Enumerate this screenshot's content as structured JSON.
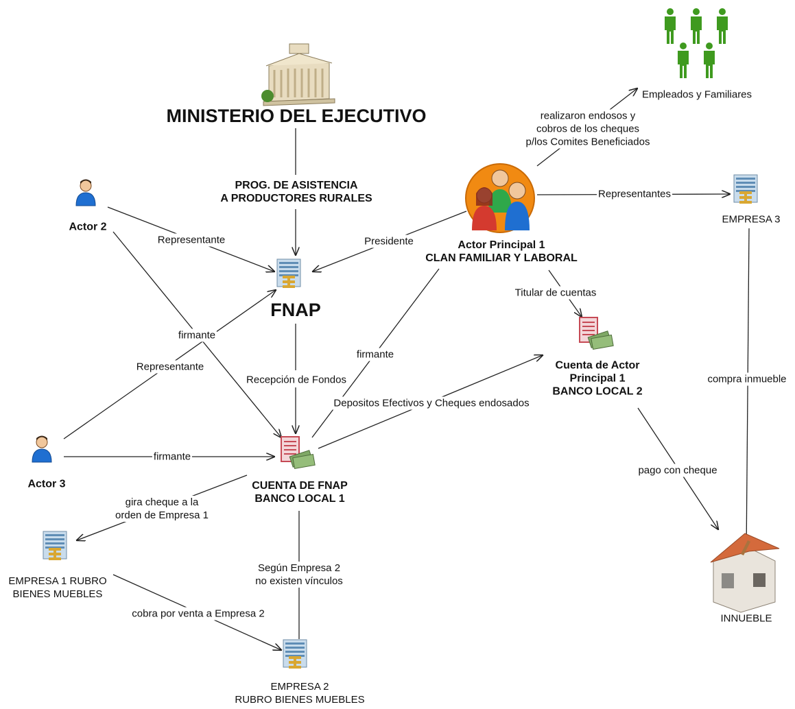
{
  "nodes": {
    "ministerio": {
      "label": "MINISTERIO DEL EJECUTIVO",
      "icon": "government-building-icon"
    },
    "programa": {
      "label": "PROG. DE ASISTENCIA\nA PRODUCTORES RURALES"
    },
    "fnap": {
      "label": "FNAP",
      "icon": "company-building-icon"
    },
    "actor2": {
      "label": "Actor 2",
      "icon": "person-icon"
    },
    "actor3": {
      "label": "Actor 3",
      "icon": "person-icon"
    },
    "actor_principal": {
      "label": "Actor Principal 1\nCLAN FAMILIAR Y LABORAL",
      "icon": "family-group-icon"
    },
    "empleados": {
      "label": "Empleados y Familiares",
      "icon": "people-group-icon"
    },
    "empresa3": {
      "label": "EMPRESA 3",
      "icon": "company-building-icon"
    },
    "cuenta_actor": {
      "label": "Cuenta de Actor\nPrincipal 1\nBANCO LOCAL 2",
      "icon": "bank-account-icon"
    },
    "cuenta_fnap": {
      "label": "CUENTA DE FNAP\nBANCO LOCAL 1",
      "icon": "bank-account-icon"
    },
    "empresa1": {
      "label": "EMPRESA 1 RUBRO\nBIENES MUEBLES",
      "icon": "company-building-icon"
    },
    "empresa2": {
      "label": "EMPRESA 2\nRUBRO BIENES MUEBLES",
      "icon": "company-building-icon"
    },
    "inmueble": {
      "label": "INNUEBLE",
      "icon": "house-icon"
    }
  },
  "edges": {
    "actor2_fnap": "Representante",
    "actor2_cuenta": "firmante",
    "actor3_fnap": "Representante",
    "actor3_cuenta": "firmante",
    "presidente": "Presidente",
    "principal_firmante": "firmante",
    "recepcion": "Recepción de Fondos",
    "depositos": "Depositos Efectivos y Cheques endosados",
    "titular": "Titular de cuentas",
    "endosos": "realizaron endosos y\ncobros de los cheques\np/los Comites Beneficiados",
    "representantes": "Representantes",
    "gira": "gira cheque a la\norden de Empresa 1",
    "cobra": "cobra por venta a Empresa 2",
    "segun": "Según Empresa 2\nno existen vínculos",
    "pago": "pago con cheque",
    "compra": "compra inmueble"
  },
  "colors": {
    "line": "#222222",
    "person_blue": "#1f6fd1",
    "person_green": "#3f9a1f",
    "building": "#9fc3e0",
    "gold": "#d9a732",
    "ledger": "#c64a55",
    "family_bg": "#f18a12"
  }
}
